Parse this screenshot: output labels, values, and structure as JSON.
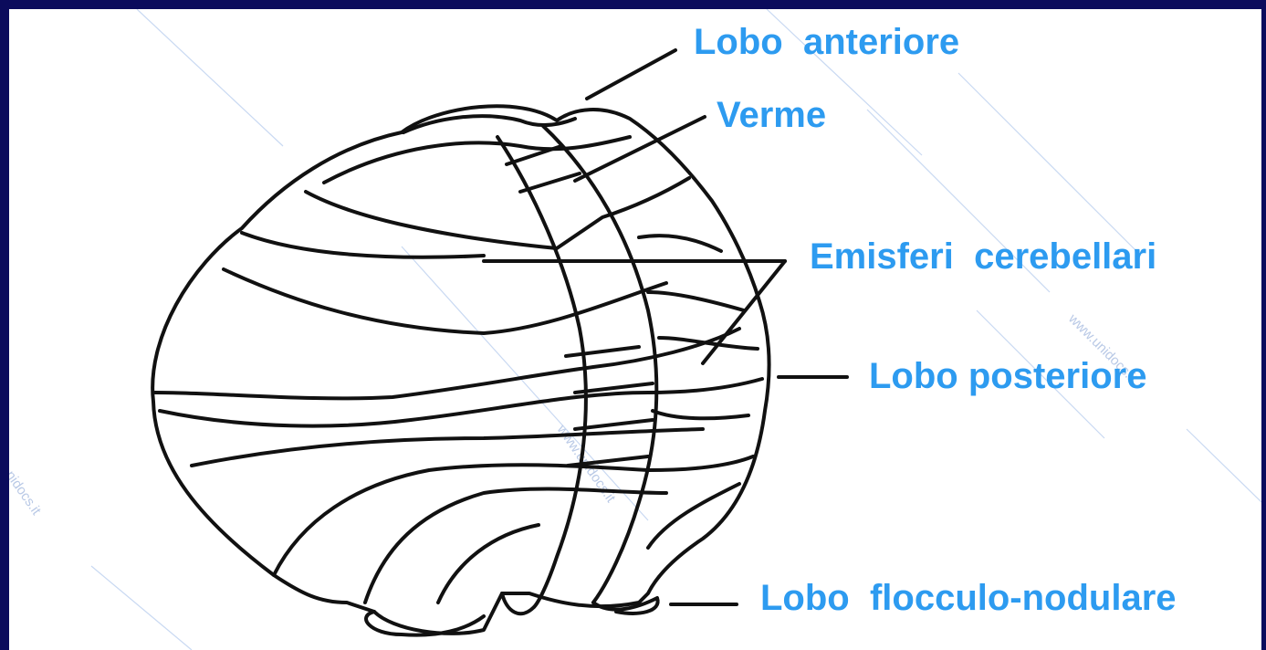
{
  "colors": {
    "background": "#0b0b5c",
    "panel": "#ffffff",
    "label": "#2d9bf0",
    "ink": "#111111"
  },
  "labels": {
    "lobo_anteriore": "Lobo  anteriore",
    "verme": "Verme",
    "emisferi_cerebellari": "Emisferi  cerebellari",
    "lobo_posteriore": "Lobo posteriore",
    "lobo_flocculo_nodulare": "Lobo  flocculo-nodulare"
  },
  "watermark": {
    "text": "www.unidocs.it",
    "text_short": "nidocs.it"
  }
}
